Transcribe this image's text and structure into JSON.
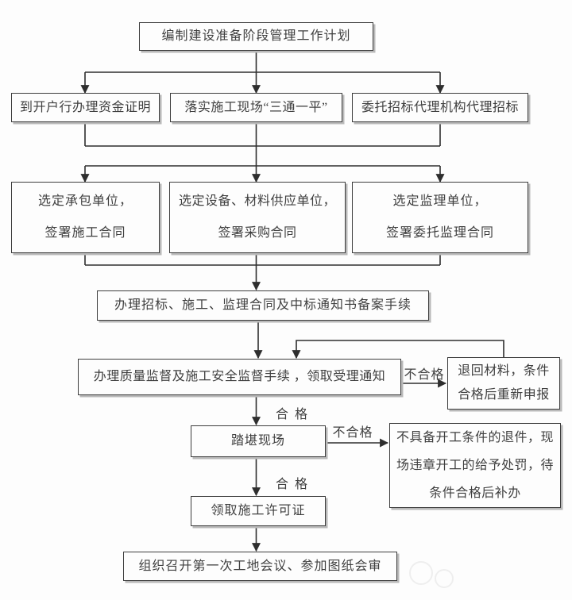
{
  "flowchart": {
    "nodes": {
      "plan": "编制建设准备阶段管理工作计划",
      "fund_certificate": "到开户行办理资金证明",
      "site_ready": "落实施工现场“三通一平”",
      "bidding_agency": "委托招标代理机构代理招标",
      "contractor": [
        "选定承包单位，",
        "签署施工合同"
      ],
      "supplier": [
        "选定设备、材料供应单位，",
        "签署采购合同"
      ],
      "supervisor": [
        "选定监理单位，",
        "签署委托监理合同"
      ],
      "filing": "办理招标、施工、监理合同及中标通知书备案手续",
      "supervision_procedures": "办理质量监督及施工安全监督手续 ，领取受理通知",
      "return_materials": [
        "退回材料，条件",
        "合格后重新申报"
      ],
      "site_visit": "踏堪现场",
      "reject_penalty": [
        "不具备开工条件的退件，现",
        "场违章开工的给予处罚，待",
        "条件合格后补办"
      ],
      "construction_permit": "领取施工许可证",
      "first_meeting": "组织召开第一次工地会议、参加图纸会审"
    },
    "edge_labels": {
      "unqualified_1": "不合格",
      "qualified_1": "合 格",
      "unqualified_2": "不合格",
      "qualified_2": "合 格"
    },
    "colors": {
      "line": "#2e2e2e",
      "box_border": "#3d3d3d",
      "box_shadow": "#b9b9b9",
      "text": "#3f3f3f",
      "background": "#fdfdfd"
    }
  }
}
